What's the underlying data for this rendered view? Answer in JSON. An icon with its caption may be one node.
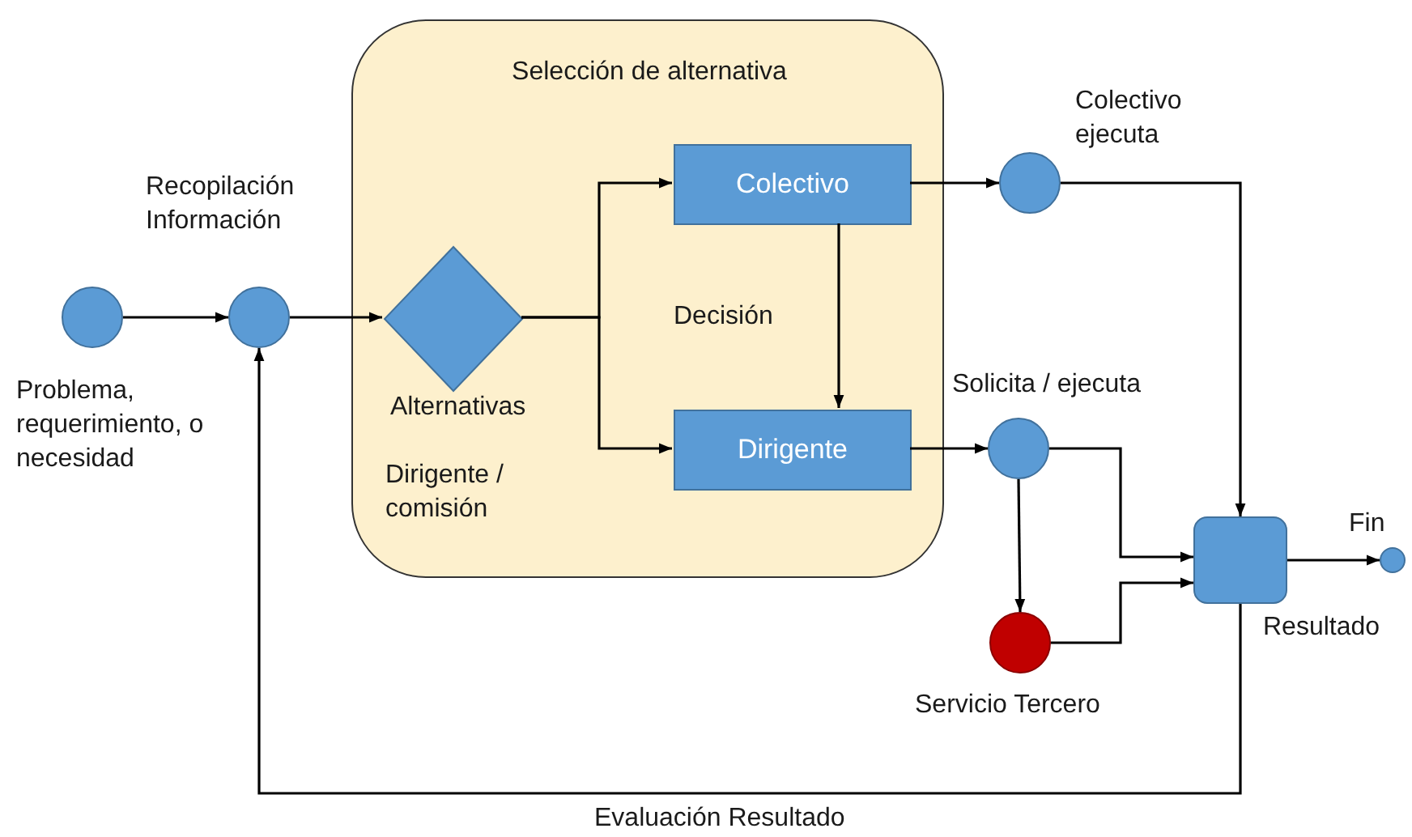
{
  "diagram": {
    "nodes": [
      {
        "text": [
          "Selección de alternativa",
          "Dirigente / comisión"
        ]
      },
      {
        "text": [],
        "shape": "circle",
        "beside": [
          "Problema, requerimiento, o necesidad"
        ]
      },
      {
        "text": [],
        "shape": "circle",
        "beside": [
          "Recopilación Información"
        ]
      },
      {
        "text": [],
        "shape": "diamond",
        "in": 0,
        "beside": [
          "Alternativas"
        ]
      },
      {
        "text": [
          "Colectivo"
        ],
        "in": 0
      },
      {
        "text": [
          "Dirigente"
        ],
        "in": 0
      },
      {
        "text": [],
        "shape": "circle",
        "beside": [
          "Colectivo ejecuta"
        ]
      },
      {
        "text": [],
        "shape": "circle",
        "beside": [
          "Solicita / ejecuta"
        ]
      },
      {
        "text": [],
        "shape": "circle",
        "beside": [
          "Servicio Tercero"
        ]
      },
      {
        "text": [],
        "shape": "box",
        "beside": [
          "Resultado"
        ]
      },
      {
        "text": [],
        "shape": "circle",
        "beside": [
          "Fin"
        ]
      }
    ],
    "edges": [
      {
        "from": 1,
        "to": 2,
        "arrow": "to"
      },
      {
        "from": 2,
        "to": 3,
        "arrow": "to"
      },
      {
        "from": 3,
        "to": 4,
        "arrow": "to"
      },
      {
        "from": 3,
        "to": 5,
        "arrow": "to"
      },
      {
        "from": 4,
        "to": 5,
        "arrow": "to"
      },
      {
        "from": 4,
        "to": 6,
        "arrow": "to"
      },
      {
        "from": 5,
        "to": 7,
        "arrow": "to"
      },
      {
        "from": 6,
        "to": 9,
        "arrow": "to"
      },
      {
        "from": 7,
        "to": 9,
        "arrow": "to"
      },
      {
        "from": 7,
        "to": 8,
        "arrow": "to"
      },
      {
        "from": 8,
        "to": 9,
        "arrow": "to"
      },
      {
        "from": 9,
        "to": 10,
        "arrow": "to"
      },
      {
        "from": 9,
        "to": 2,
        "arrow": "to",
        "label": "Evaluación Resultado"
      }
    ],
    "labels": [
      "Decisión"
    ]
  }
}
